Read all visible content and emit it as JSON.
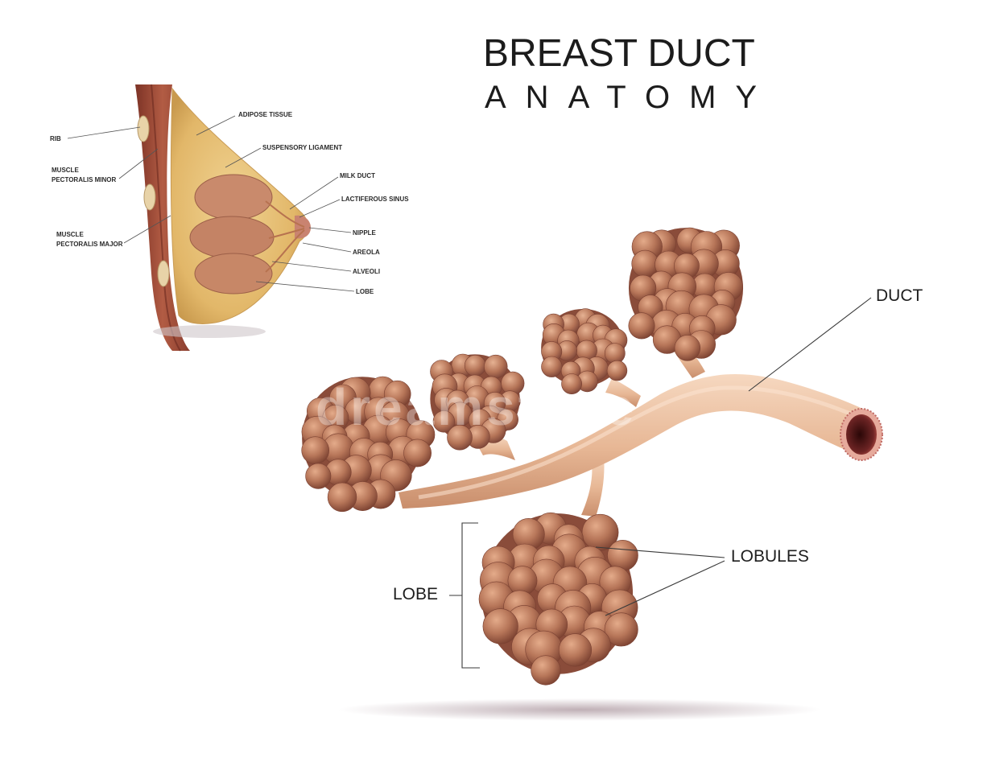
{
  "title": {
    "line1": "BREAST DUCT",
    "line2": "ANATOMY"
  },
  "cross_section_labels": {
    "rib": "RIB",
    "muscle_minor_1": "MUSCLE",
    "muscle_minor_2": "PECTORALIS MINOR",
    "muscle_major_1": "MUSCLE",
    "muscle_major_2": "PECTORALIS MAJOR",
    "adipose": "ADIPOSE TISSUE",
    "suspensory": "SUSPENSORY LIGAMENT",
    "milk_duct": "MILK DUCT",
    "lactiferous": "LACTIFEROUS SINUS",
    "nipple": "NIPPLE",
    "areola": "AREOLA",
    "alveoli": "ALVEOLI",
    "lobe": "LOBE"
  },
  "duct_labels": {
    "duct": "DUCT",
    "lobules": "LOBULES",
    "lobe": "LOBE"
  },
  "watermark": "dreamstime",
  "colors": {
    "muscle": "#a4503a",
    "fat": "#e7c27a",
    "lobule": "#b87a5e",
    "duct": "#eec5a6",
    "duct_lumen": "#5a1e1e"
  }
}
